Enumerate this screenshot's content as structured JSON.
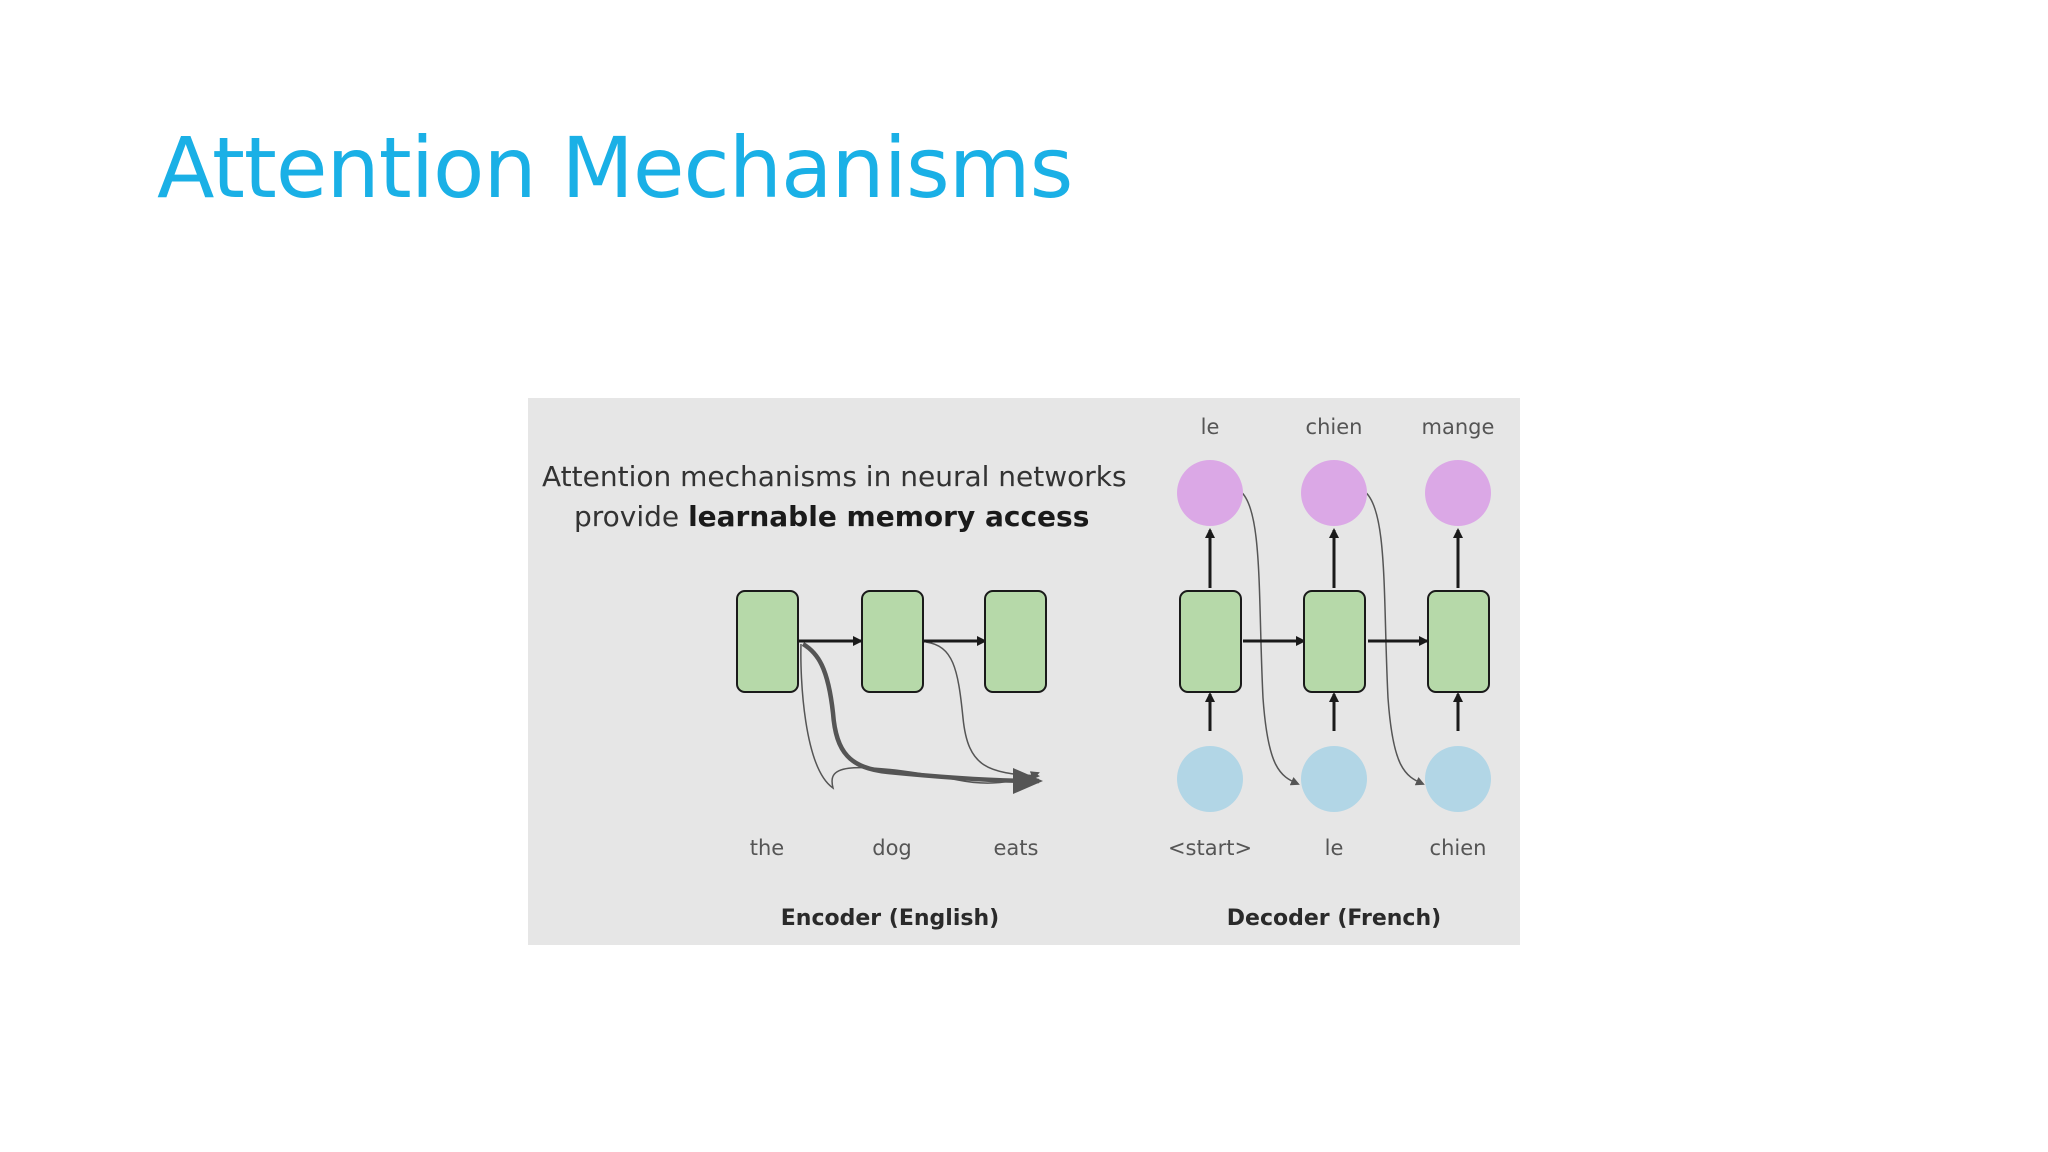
{
  "slide": {
    "title": "Attention Mechanisms"
  },
  "colors": {
    "title": "#1ab0e6",
    "figure_background": "#e6e6e6",
    "rnn_cell_fill": "#b6d9a9",
    "output_node_fill": "#dba8e6",
    "input_node_fill": "#b2d6e6",
    "arrow": "#1a1a1a",
    "attention_arrow": "#555555"
  },
  "figure": {
    "caption_line1": "Attention mechanisms in neural networks",
    "caption_line2_prefix": "provide ",
    "caption_line2_bold": "learnable memory access",
    "encoder": {
      "label": "Encoder (English)",
      "tokens": [
        "the",
        "dog",
        "eats"
      ]
    },
    "decoder": {
      "label": "Decoder (French)",
      "input_tokens": [
        "<start>",
        "le",
        "chien"
      ],
      "output_tokens": [
        "le",
        "chien",
        "mange"
      ]
    }
  }
}
